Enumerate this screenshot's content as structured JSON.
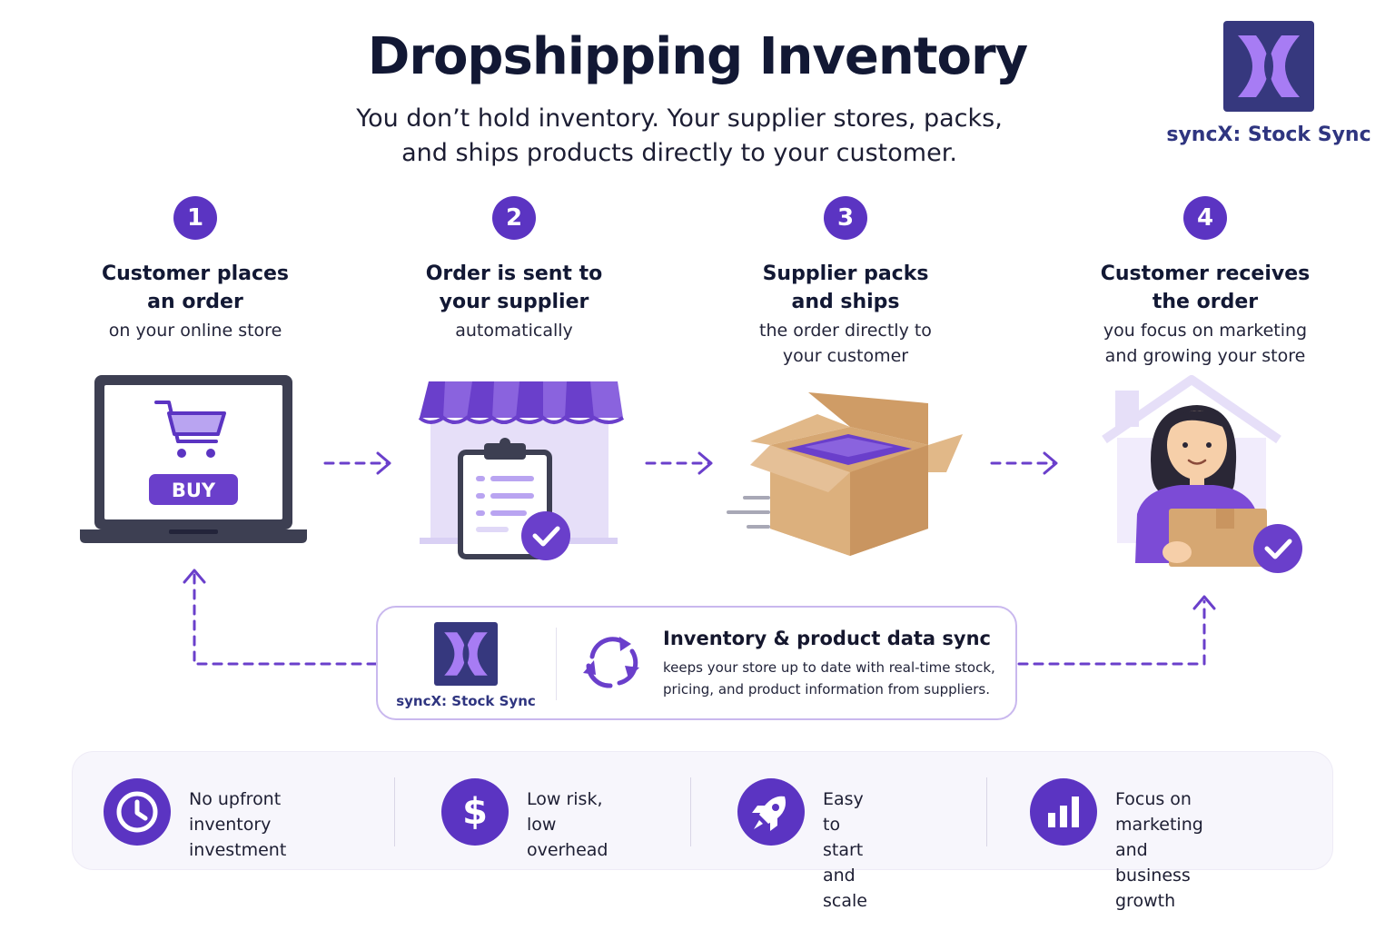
{
  "header": {
    "title": "Dropshipping Inventory",
    "subtitle_line1": "You don’t hold inventory. Your supplier stores, packs,",
    "subtitle_line2": "and ships products directly to your customer."
  },
  "brand": {
    "name": "syncX: Stock Sync",
    "logo_icon": "syncx-logo-icon"
  },
  "steps": [
    {
      "number": "1",
      "title": "Customer places\nan order",
      "description": "on your online store",
      "icon": "laptop-cart-icon",
      "button": "BUY"
    },
    {
      "number": "2",
      "title": "Order is sent to\nyour supplier",
      "description": "automatically",
      "icon": "store-clipboard-icon"
    },
    {
      "number": "3",
      "title": "Supplier packs\nand ships",
      "description": "the order directly to\nyour customer",
      "icon": "open-box-icon"
    },
    {
      "number": "4",
      "title": "Customer receives\nthe order",
      "description": "you focus on marketing\nand growing your store",
      "icon": "customer-package-icon"
    }
  ],
  "sync": {
    "brand": "syncX: Stock Sync",
    "title": "Inventory & product data sync",
    "description": "keeps your store up to date with real-time stock,\npricing, and product information from suppliers.",
    "icon": "sync-arrows-icon"
  },
  "benefits": [
    {
      "text": "No upfront inventory\ninvestment",
      "icon": "clock-icon"
    },
    {
      "text": "Low risk,\nlow overhead",
      "icon": "dollar-icon"
    },
    {
      "text": "Easy to start\nand scale",
      "icon": "rocket-icon"
    },
    {
      "text": "Focus on marketing\nand business growth",
      "icon": "bar-chart-icon"
    }
  ],
  "colors": {
    "accent": "#5b34c2",
    "accent_light": "#e6dff8",
    "logo_bg": "#36387e",
    "logo_fg": "#a77cf4",
    "title": "#121834",
    "box_brown": "#d6a772"
  }
}
